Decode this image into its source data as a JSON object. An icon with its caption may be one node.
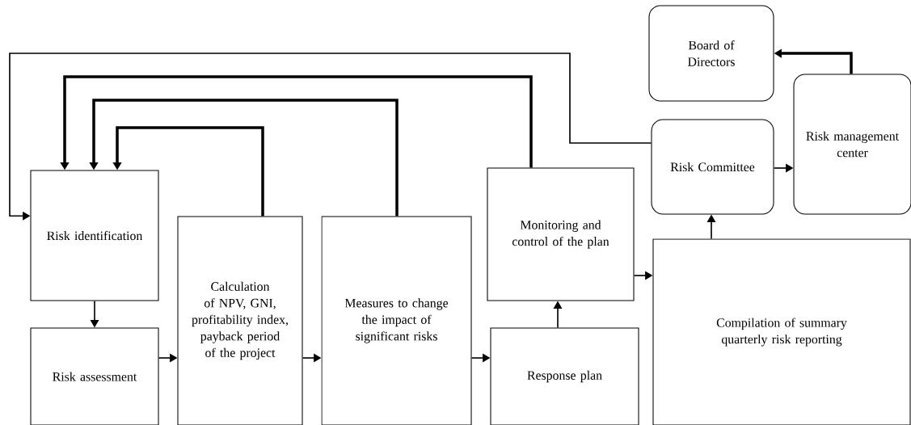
{
  "diagram": {
    "nodes": [
      {
        "text": [
          "Board of Directors"
        ]
      },
      {
        "text": [
          "Risk Committee"
        ]
      },
      {
        "text": [
          "Risk management center"
        ]
      },
      {
        "text": [
          "Risk identification"
        ]
      },
      {
        "text": [
          "Calculation of NPV, GNI, profitability index, payback period of the project"
        ]
      },
      {
        "text": [
          "Measures to change the impact of significant risks"
        ]
      },
      {
        "text": [
          "Monitoring and control of the plan"
        ]
      },
      {
        "text": [
          "Risk assessment"
        ]
      },
      {
        "text": [
          "Response plan"
        ]
      },
      {
        "text": [
          "Compilation of summary quarterly risk reporting"
        ]
      }
    ],
    "edges": [
      {
        "from": 1,
        "to": 3,
        "arrow": "to"
      },
      {
        "from": 4,
        "to": 3,
        "arrow": "to",
        "style": "thick"
      },
      {
        "from": 5,
        "to": 3,
        "arrow": "to",
        "style": "thick"
      },
      {
        "from": 6,
        "to": 3,
        "arrow": "to",
        "style": "thick"
      },
      {
        "from": 3,
        "to": 7,
        "arrow": "to"
      },
      {
        "from": 7,
        "to": 4,
        "arrow": "to"
      },
      {
        "from": 4,
        "to": 5,
        "arrow": "to"
      },
      {
        "from": 5,
        "to": 8,
        "arrow": "to"
      },
      {
        "from": 8,
        "to": 6,
        "arrow": "to"
      },
      {
        "from": 6,
        "to": 9,
        "arrow": "to"
      },
      {
        "from": 9,
        "to": 1,
        "arrow": "to"
      },
      {
        "from": 1,
        "to": 2,
        "arrow": "to"
      },
      {
        "from": 2,
        "to": 0,
        "arrow": "to",
        "style": "thick"
      }
    ]
  }
}
